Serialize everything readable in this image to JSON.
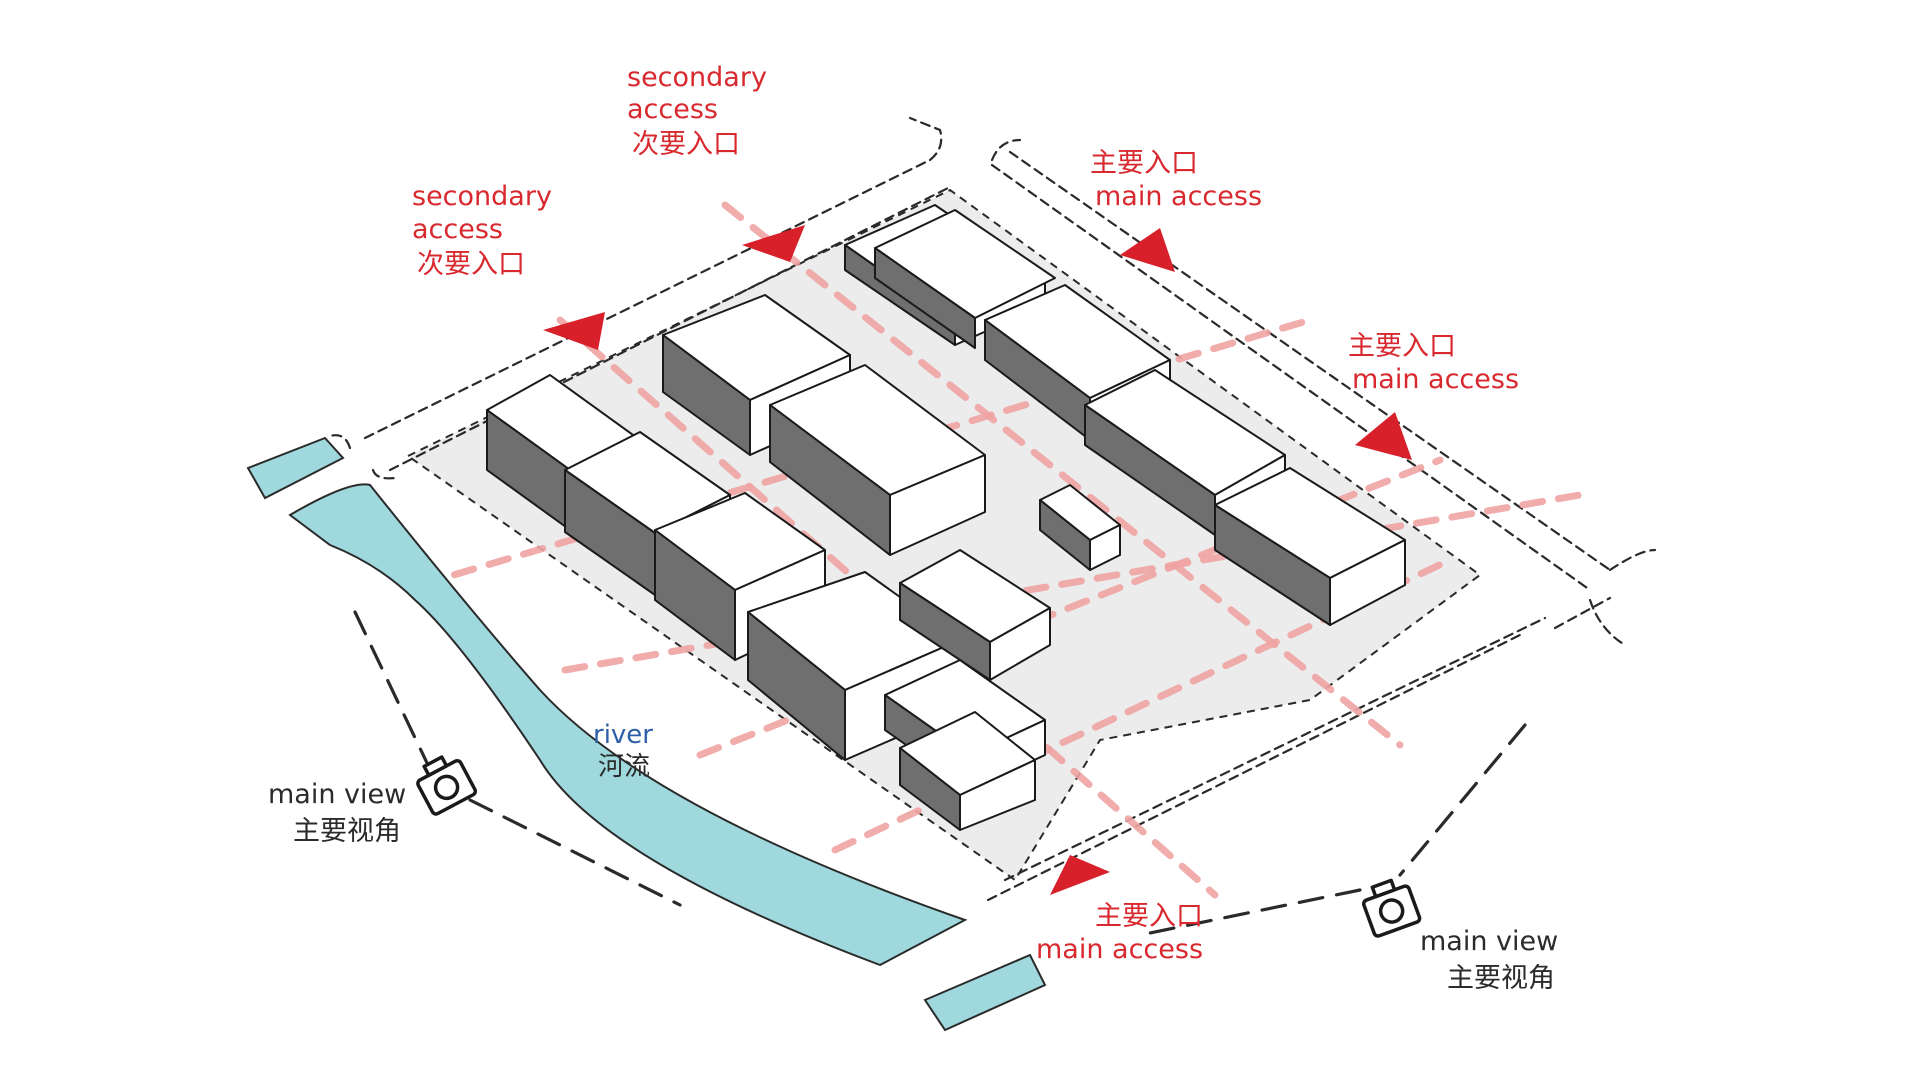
{
  "labels": {
    "secondary_access_1": {
      "en_line1": "secondary",
      "en_line2": "access",
      "zh": "次要入口"
    },
    "secondary_access_2": {
      "en_line1": "secondary",
      "en_line2": "access",
      "zh": "次要入口"
    },
    "main_access_top": {
      "zh": "主要入口",
      "en": "main access"
    },
    "main_access_right": {
      "zh": "主要入口",
      "en": "main access"
    },
    "main_access_bottom": {
      "zh": "主要入口",
      "en": "main access"
    },
    "river": {
      "en": "river",
      "zh": "河流"
    },
    "main_view_left": {
      "en": "main view",
      "zh": "主要视角"
    },
    "main_view_right": {
      "en": "main view",
      "zh": "主要视角"
    }
  },
  "icons": {
    "access_arrow": "triangle-arrow-icon",
    "camera": "camera-icon"
  },
  "colors": {
    "access_red": "#d8292f",
    "axis_pink": "#f0a3a3",
    "river_blue": "#9fd9de",
    "river_text_blue": "#2f5fa8",
    "site_gray": "#ececec",
    "building_shadow": "#6f6f6f",
    "text_dark": "#2b2b2b"
  }
}
